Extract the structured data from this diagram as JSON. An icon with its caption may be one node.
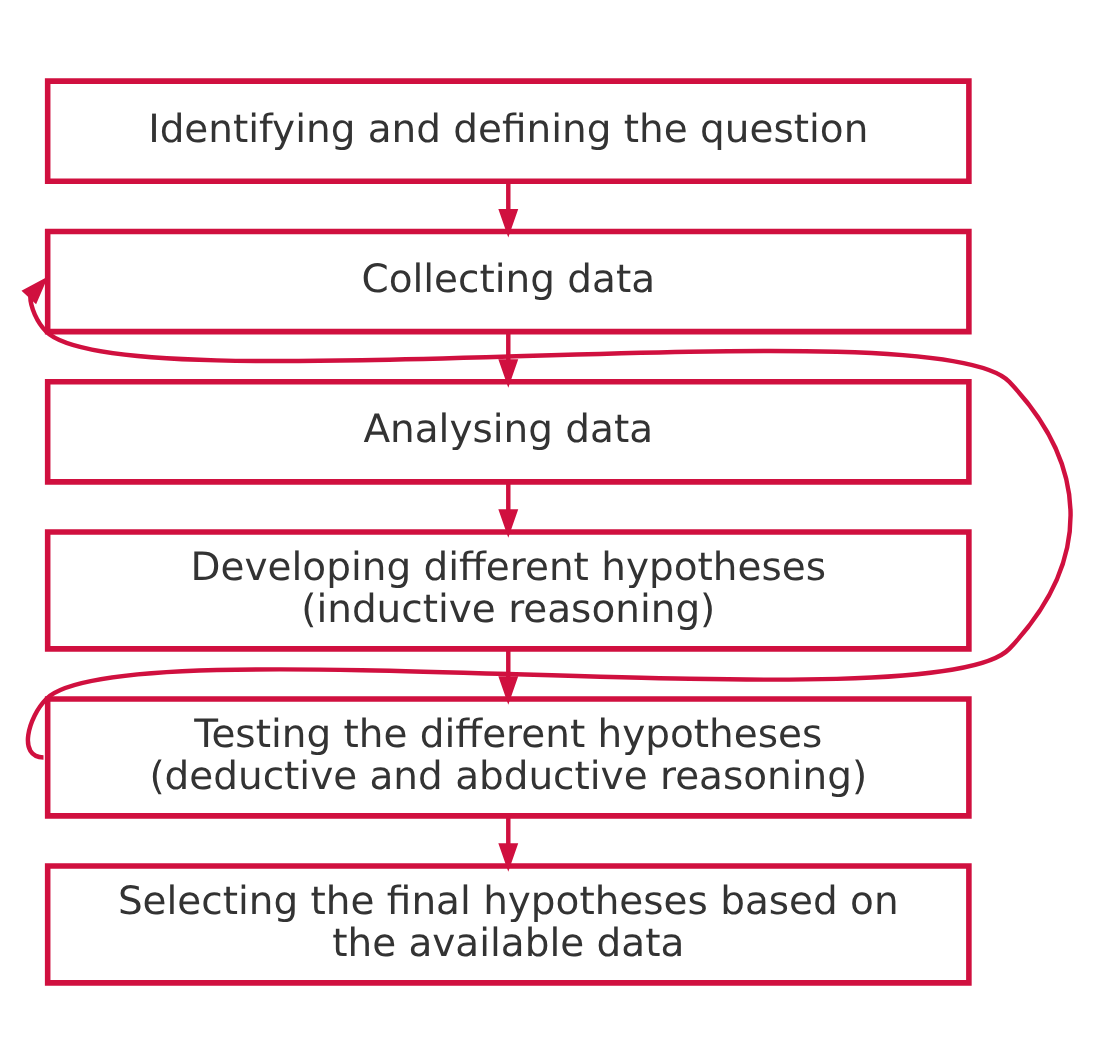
{
  "diagram": {
    "nodes": [
      {
        "text": [
          "Identifying and defining the question"
        ]
      },
      {
        "text": [
          "Collecting data"
        ]
      },
      {
        "text": [
          "Analysing data"
        ]
      },
      {
        "text": [
          "Developing different hypotheses (inductive reasoning)"
        ]
      },
      {
        "text": [
          "Testing the different hypotheses (deductive and abductive reasoning)"
        ]
      },
      {
        "text": [
          "Selecting the final hypotheses based on the available data"
        ]
      }
    ],
    "edges": [
      {
        "from": 0,
        "to": 1,
        "arrow": "to"
      },
      {
        "from": 1,
        "to": 2,
        "arrow": "to"
      },
      {
        "from": 2,
        "to": 3,
        "arrow": "to"
      },
      {
        "from": 3,
        "to": 4,
        "arrow": "to"
      },
      {
        "from": 4,
        "to": 1,
        "arrow": "to"
      },
      {
        "from": 4,
        "to": 5,
        "arrow": "to"
      }
    ]
  }
}
